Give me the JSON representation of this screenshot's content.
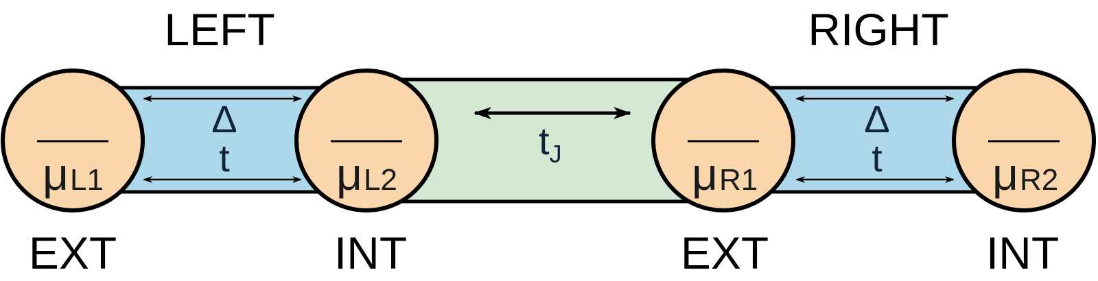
{
  "colors": {
    "dot_fill": "#f9d6ab",
    "lead_fill": "#add8ec",
    "junction_fill": "#d5e8d4",
    "outline": "#000000",
    "symbol_text": "#12233d"
  },
  "header": {
    "left_label": "LEFT",
    "right_label": "RIGHT"
  },
  "dots": [
    {
      "id": "L1",
      "mu_symbol": "μ",
      "subscript": "L1",
      "role": "EXT"
    },
    {
      "id": "L2",
      "mu_symbol": "μ",
      "subscript": "L2",
      "role": "INT"
    },
    {
      "id": "R1",
      "mu_symbol": "μ",
      "subscript": "R1",
      "role": "EXT"
    },
    {
      "id": "R2",
      "mu_symbol": "μ",
      "subscript": "R2",
      "role": "INT"
    }
  ],
  "couplings": {
    "left": {
      "delta": "Δ",
      "t": "t"
    },
    "junction": {
      "t": "t",
      "subscript": "J"
    },
    "right": {
      "delta": "Δ",
      "t": "t"
    }
  }
}
